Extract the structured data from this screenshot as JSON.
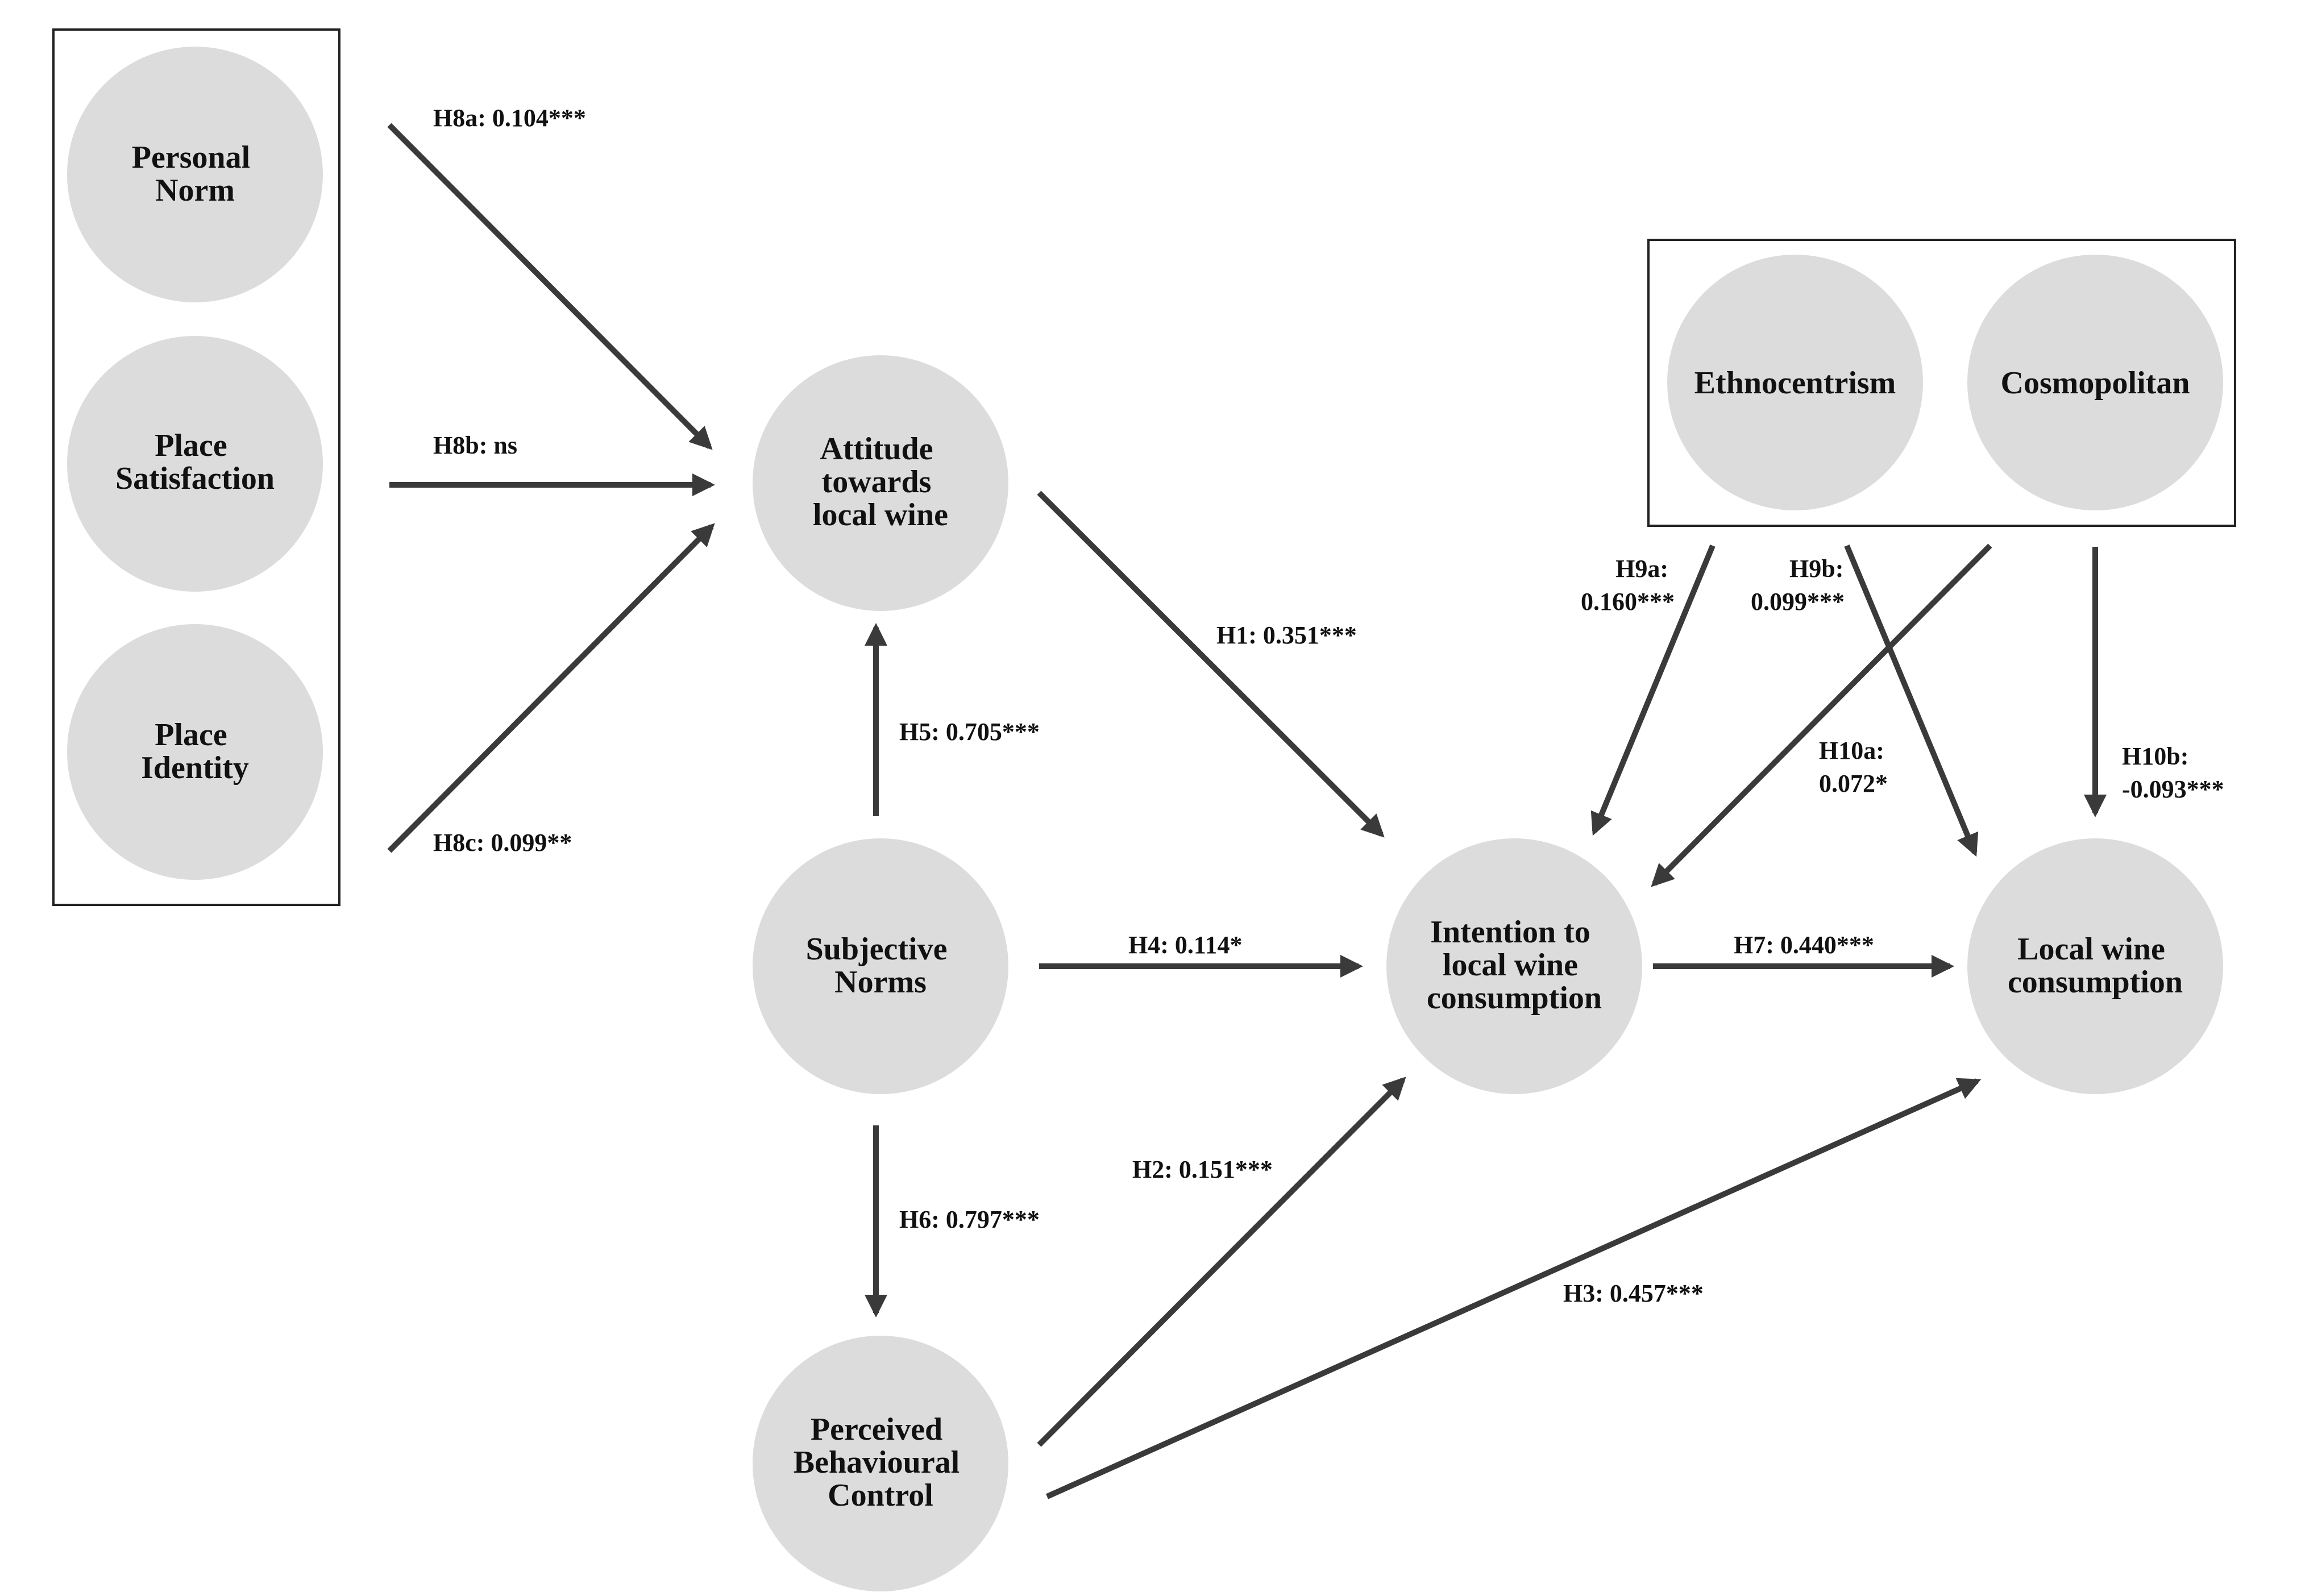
{
  "colors": {
    "node_fill": "#dcdcdd",
    "arrow": "#3a3a3a",
    "text": "#111111",
    "background": "#ffffff"
  },
  "nodes": {
    "personal_norm": [
      "Personal",
      "Norm"
    ],
    "place_satisfaction": [
      "Place",
      "Satisfaction"
    ],
    "place_identity": [
      "Place",
      "Identity"
    ],
    "attitude": [
      "Attitude",
      "towards",
      "local wine"
    ],
    "subjective_norms": [
      "Subjective",
      "Norms"
    ],
    "pbc": [
      "Perceived",
      "Behavioural",
      "Control"
    ],
    "intention": [
      "Intention to",
      "local wine",
      "consumption"
    ],
    "local_consumption": [
      "Local wine",
      "consumption"
    ],
    "ethnocentrism": [
      "Ethnocentrism"
    ],
    "cosmopolitan": [
      "Cosmopolitan"
    ]
  },
  "paths": {
    "h8a": [
      "H8a: 0.104***"
    ],
    "h8b": [
      "H8b: ns"
    ],
    "h8c": [
      "H8c: 0.099**"
    ],
    "h1": [
      "H1: 0.351***"
    ],
    "h5": [
      "H5: 0.705***"
    ],
    "h4": [
      "H4: 0.114*"
    ],
    "h6": [
      "H6: 0.797***"
    ],
    "h2": [
      "H2: 0.151***"
    ],
    "h3": [
      "H3: 0.457***"
    ],
    "h7": [
      "H7: 0.440***"
    ],
    "h9a": [
      "H9a:",
      "0.160***"
    ],
    "h9b": [
      "H9b:",
      "0.099***"
    ],
    "h10a": [
      "H10a:",
      "0.072*"
    ],
    "h10b": [
      "H10b:",
      "-0.093***"
    ]
  }
}
